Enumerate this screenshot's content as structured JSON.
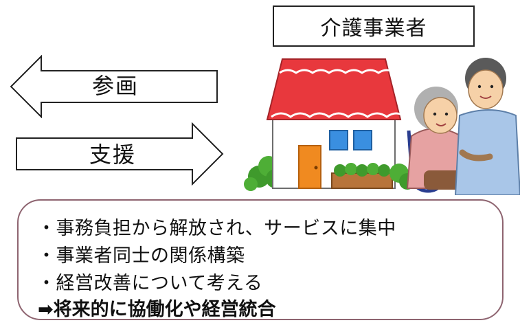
{
  "provider_box": {
    "label": "介護事業者"
  },
  "arrows": {
    "participation": {
      "label": "参画",
      "direction": "left"
    },
    "support": {
      "label": "支援",
      "direction": "right"
    }
  },
  "benefits": {
    "items": [
      "・事務負担から解放され、サービスに集中",
      "・事業者同士の関係構築",
      "・経営改善について考える"
    ],
    "conclusion": "➡将来的に協働化や経営統合"
  },
  "colors": {
    "roof": "#e8383d",
    "door": "#f08a20",
    "window": "#3a8fe0",
    "box_border": "#8e6470"
  }
}
